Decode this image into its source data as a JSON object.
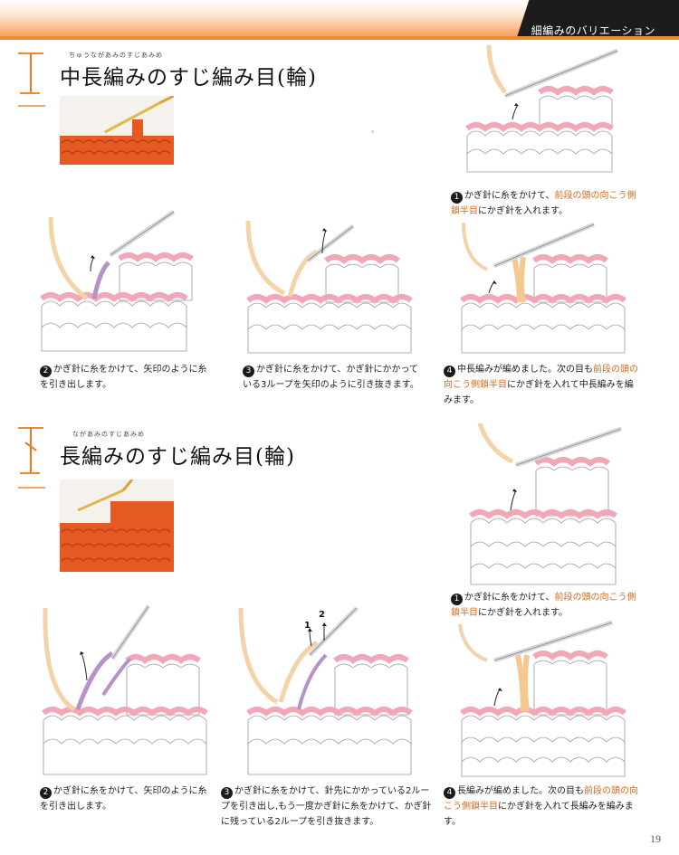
{
  "header": {
    "chapter": "細編みのバリエーション"
  },
  "section1": {
    "ruby": "ちゅうながあみのすじあみめ",
    "title": "中長編みのすじ編み目(輪)",
    "steps": [
      {
        "num": "1",
        "text_a": "かぎ針に糸をかけて、",
        "text_hl": "前段の頭の向こう側鎖半目",
        "text_b": "にかぎ針を入れます。"
      },
      {
        "num": "2",
        "text": "かぎ針に糸をかけて、矢印のように糸を引き出します。"
      },
      {
        "num": "3",
        "text": "かぎ針に糸をかけて、かぎ針にかかっている3ループを矢印のように引き抜きます。"
      },
      {
        "num": "4",
        "text_a": "中長編みが編めました。次の目も",
        "text_hl": "前段の頭の向こう側鎖半目",
        "text_b": "にかぎ針を入れて中長編みを編みます。"
      }
    ]
  },
  "section2": {
    "ruby": "ながあみのすじあみめ",
    "title": "長編みのすじ編み目(輪)",
    "steps": [
      {
        "num": "1",
        "text_a": "かぎ針に糸をかけて、",
        "text_hl": "前段の頭の向こう側鎖半目",
        "text_b": "にかぎ針を入れます。"
      },
      {
        "num": "2",
        "text": "かぎ針に糸をかけて、矢印のように糸を引き出します。"
      },
      {
        "num": "3",
        "text": "かぎ針に糸をかけて、針先にかかっている2ループを引き出し,もう一度かぎ針に糸をかけて、かぎ針に残っている2ループを引き抜きます。"
      },
      {
        "num": "4",
        "text_a": "長編みが編めました。次の目も",
        "text_hl": "前段の頭の向こう側鎖半目",
        "text_b": "にかぎ針を入れて長編みを編みます。"
      }
    ],
    "marks": [
      "1",
      "2"
    ]
  },
  "page_number": "19",
  "colors": {
    "accent": "#f08a30",
    "highlight": "#d46a1e",
    "yarn_pink": "#f2a6b8",
    "yarn_orange": "#e85a1c"
  }
}
